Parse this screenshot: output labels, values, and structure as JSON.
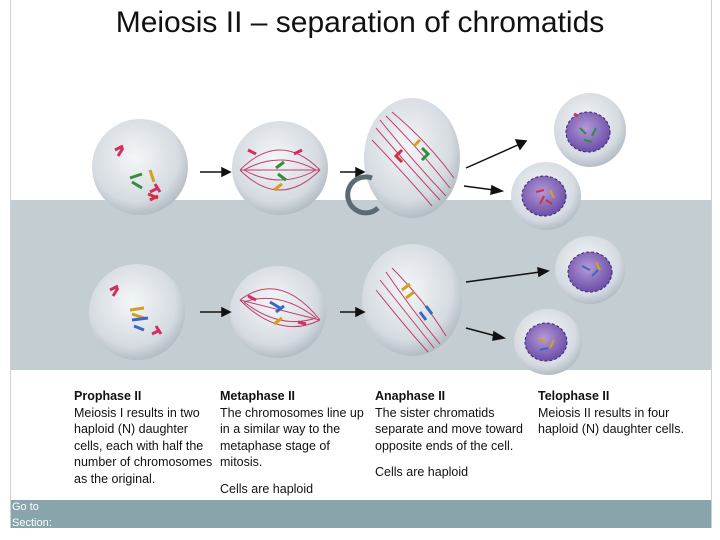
{
  "title": "Meiosis II – separation of chromatids",
  "phases": [
    {
      "name": "Prophase II",
      "text": "Meiosis I results in two haploid (N) daughter cells, each with half the number of chromosomes as the original.",
      "note": ""
    },
    {
      "name": "Metaphase II",
      "text": "The chromosomes line up in a similar way to the metaphase stage of mitosis.",
      "note": "Cells are haploid"
    },
    {
      "name": "Anaphase II",
      "text": "The sister chromatids separate and move toward opposite ends of the cell.",
      "note": "Cells are haploid"
    },
    {
      "name": "Telophase II",
      "text": "Meiosis II results in four haploid (N) daughter cells.",
      "note": ""
    }
  ],
  "nav": {
    "line1": "Go to",
    "line2": "Section:"
  },
  "icons": [
    "cell-icon",
    "arrow-icon",
    "reload-icon"
  ],
  "colors": {
    "cell": "#d8dde3",
    "spindle": "#c0406a",
    "nucleus": "#7b5db5",
    "band": "#c3cdd2",
    "footer": "#8aa4ab"
  }
}
